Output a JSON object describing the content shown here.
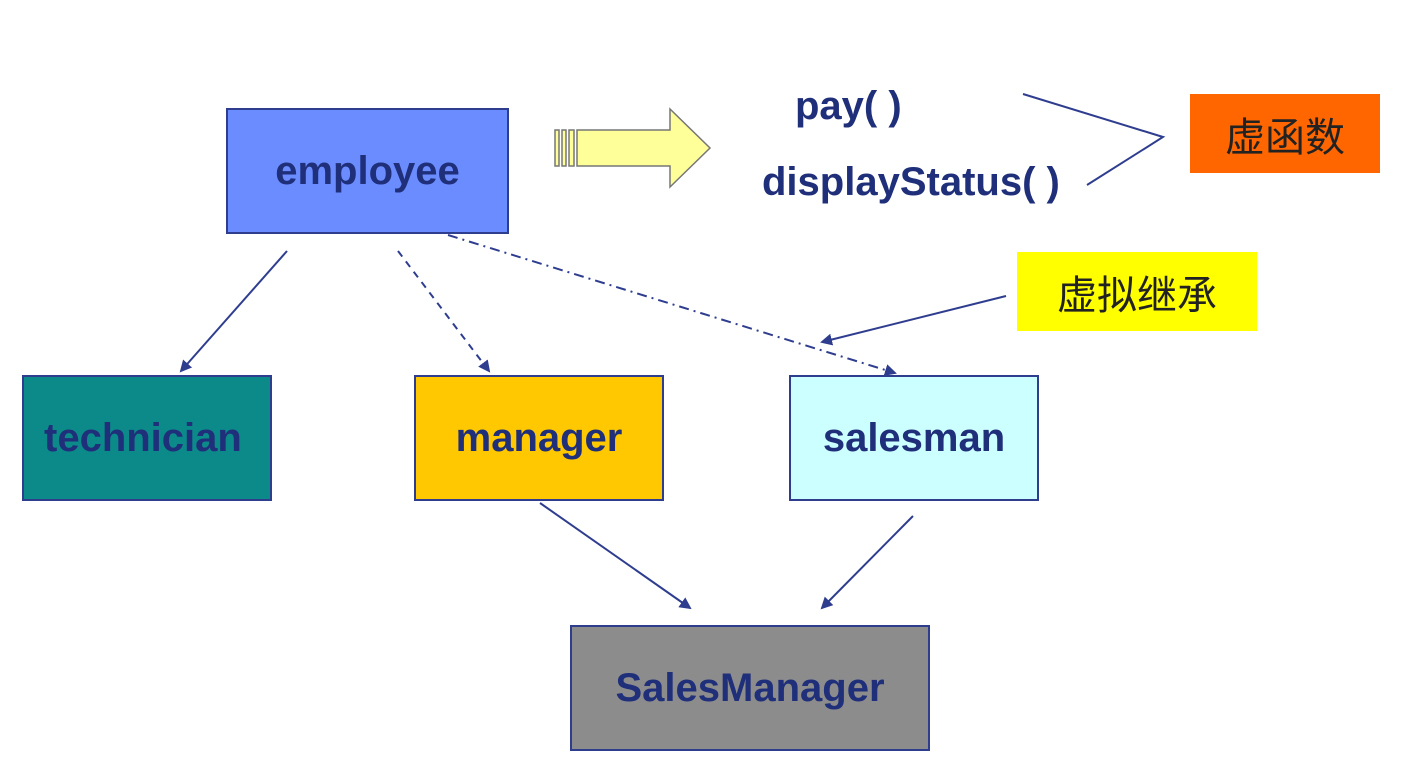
{
  "classes": {
    "employee": "employee",
    "technician": "technician",
    "manager": "manager",
    "salesman": "salesman",
    "sales_manager": "SalesManager"
  },
  "methods": {
    "pay": "pay( )",
    "display_status": "displayStatus( )"
  },
  "labels": {
    "virtual_function": "虚函数",
    "virtual_inheritance": "虚拟继承"
  },
  "colors": {
    "employee": "#6b8cff",
    "technician": "#0c8a8a",
    "manager": "#ffc800",
    "salesman": "#ccffff",
    "sales_manager": "#8c8c8c",
    "virtual_function_label": "#ff6600",
    "virtual_inheritance_label": "#ffff00",
    "text": "#1f2f7a",
    "lines": "#2f3d8f"
  }
}
